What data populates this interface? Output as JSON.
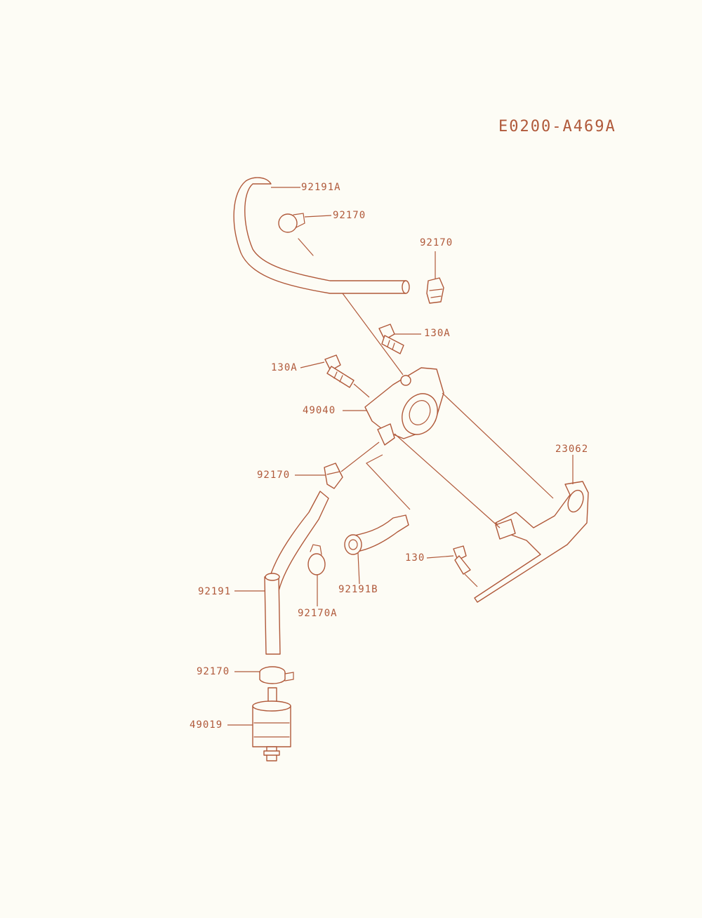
{
  "diagram_code": "E0200-A469A",
  "labels": {
    "hose_a": "92191A",
    "clamp_top": "92170",
    "clamp_right": "92170",
    "bolt_right": "130A",
    "bolt_left": "130A",
    "pump": "49040",
    "bracket": "23062",
    "clamp_mid": "92170",
    "bolt_small": "130",
    "hose_b": "92191B",
    "hose": "92191",
    "clamp_a": "92170A",
    "clamp_bottom": "92170",
    "filter": "49019"
  },
  "colors": {
    "line": "#b0593a",
    "background": "#fdfcf5"
  }
}
